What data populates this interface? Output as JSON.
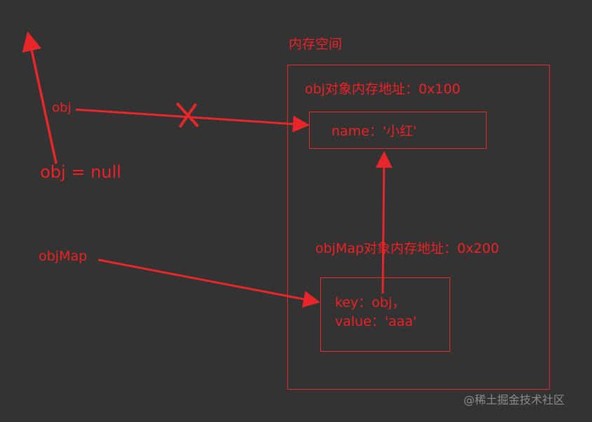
{
  "diagram": {
    "memory_space_label": "内存空间",
    "obj_address_label": "obj对象内存地址：0x100",
    "objmap_address_label": "objMap对象内存地址：0x200",
    "obj_variable": "obj",
    "obj_null_statement": "obj = null",
    "objmap_variable": "objMap",
    "obj_entry": "name：'小红'",
    "objmap_entry_key": "key：obj，",
    "objmap_entry_value": "value：'aaa'"
  },
  "watermark": "@稀土掘金技术社区",
  "colors": {
    "background": "#333333",
    "accent": "#e8262a",
    "watermark": "#8a8a8a"
  }
}
